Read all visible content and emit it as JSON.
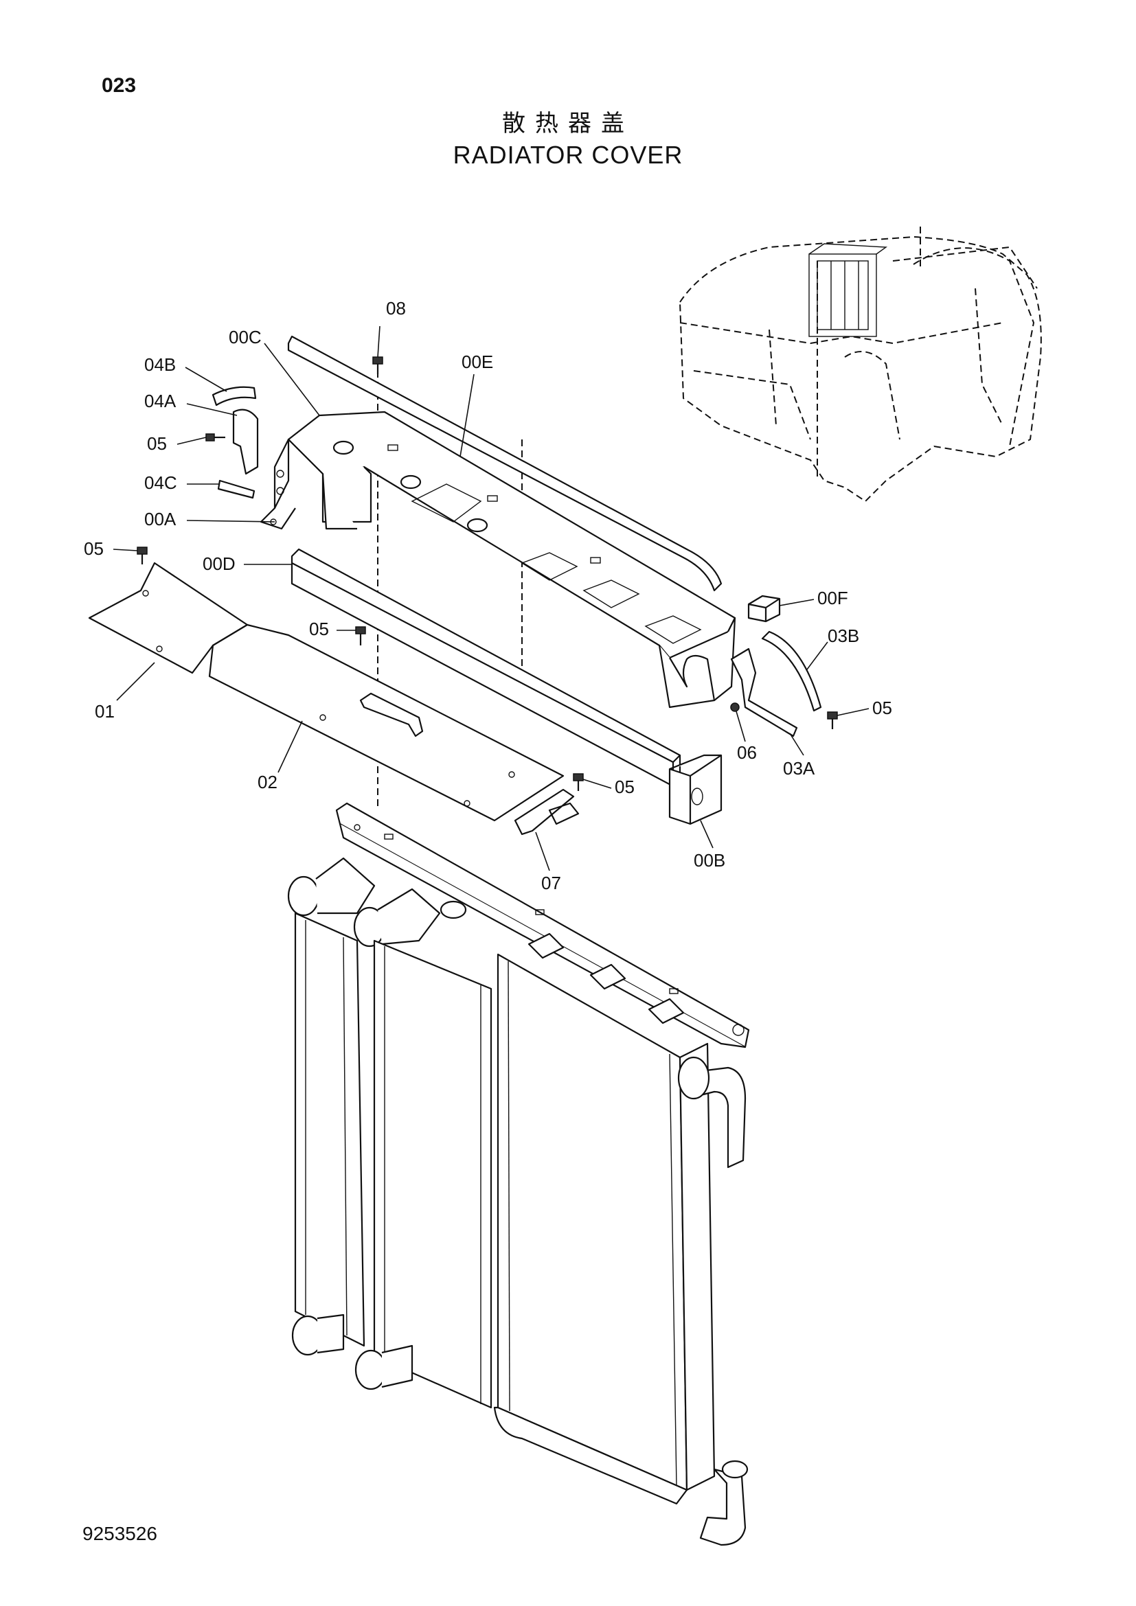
{
  "page_number": "023",
  "title_cn": "散热器盖",
  "title_en": "RADIATOR COVER",
  "document_number": "9253526",
  "callouts": {
    "c08": "08",
    "c00C": "00C",
    "c00E": "00E",
    "c04B": "04B",
    "c04A": "04A",
    "c05a": "05",
    "c04C": "04C",
    "c00A": "00A",
    "c05b": "05",
    "c00D": "00D",
    "c05c": "05",
    "c00F": "00F",
    "c03B": "03B",
    "c05d": "05",
    "c01": "01",
    "c06": "06",
    "c03A": "03A",
    "c02": "02",
    "c05e": "05",
    "c00B": "00B",
    "c07": "07"
  }
}
